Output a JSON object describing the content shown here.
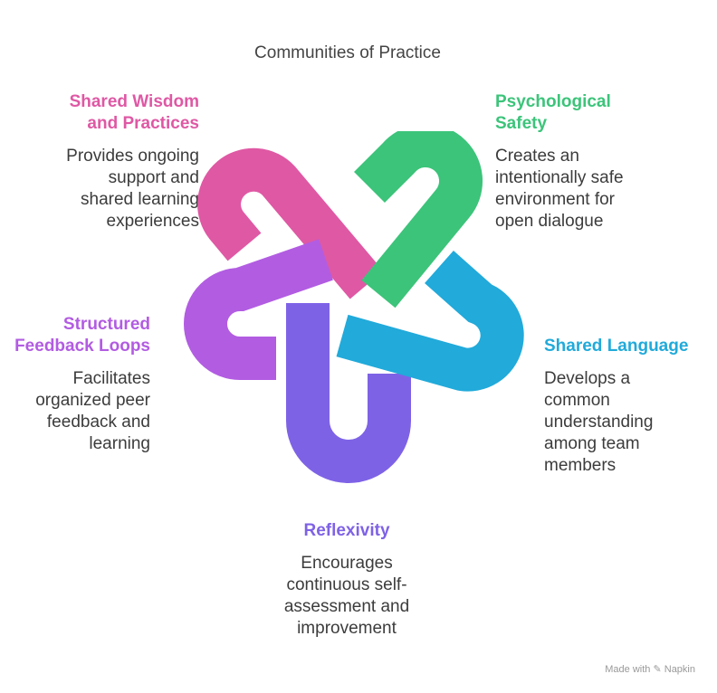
{
  "title": "Communities of Practice",
  "nodes": {
    "wisdom": {
      "heading": "Shared Wisdom\nand Practices",
      "description": "Provides ongoing\nsupport and\nshared learning\nexperiences",
      "color": "#df58a4"
    },
    "safety": {
      "heading": "Psychological\nSafety",
      "description": "Creates an\nintentionally safe\nenvironment for\nopen dialogue",
      "color": "#3cc47a"
    },
    "feedback": {
      "heading": "Structured\nFeedback Loops",
      "description": "Facilitates\norganized peer\nfeedback and\nlearning",
      "color": "#b25ce2"
    },
    "language": {
      "heading": "Shared Language",
      "description": "Develops a\ncommon\nunderstanding\namong team\nmembers",
      "color": "#21aada"
    },
    "reflexivity": {
      "heading": "Reflexivity",
      "description": "Encourages\ncontinuous self-\nassessment and\nimprovement",
      "color": "#7e62e6"
    }
  },
  "credit": {
    "made_with": "Made with",
    "brand": "Napkin"
  },
  "icons": {
    "brand_icon": "napkin-logo-icon"
  }
}
